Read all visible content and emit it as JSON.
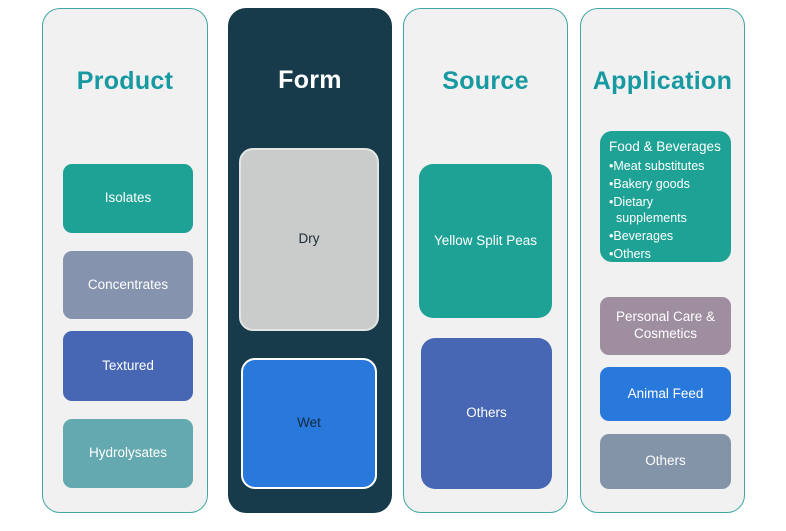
{
  "palette": {
    "page_bg": "#ffffff",
    "panel_bg": "#f1f1f1",
    "panel_border": "#3fa7a3",
    "panel_dark_bg": "#173b4a",
    "heading_teal": "#1799a1",
    "heading_light": "#ffffff"
  },
  "columns": [
    {
      "title": "Product",
      "items": [
        {
          "label": "Isolates",
          "color": "#1ea296",
          "text_color": "#ffffff"
        },
        {
          "label": "Concentrates",
          "color": "#8593ae",
          "text_color": "#ffffff"
        },
        {
          "label": "Textured",
          "color": "#4766b3",
          "text_color": "#ffffff"
        },
        {
          "label": "Hydrolysates",
          "color": "#63a9af",
          "text_color": "#ffffff"
        }
      ]
    },
    {
      "title": "Form",
      "items": [
        {
          "label": "Dry",
          "color": "#c9cccb",
          "text_color": "#1c2b33",
          "border_color": "#e3e5e2"
        },
        {
          "label": "Wet",
          "color": "#2979dd",
          "text_color": "#13293d",
          "border_color": "#ffffff"
        }
      ]
    },
    {
      "title": "Source",
      "items": [
        {
          "label": "Yellow Split Peas",
          "color": "#1ea296",
          "text_color": "#ffffff"
        },
        {
          "label": "Others",
          "color": "#4766b3",
          "text_color": "#ffffff"
        }
      ]
    },
    {
      "title": "Application",
      "items": [
        {
          "label": "Food & Beverages",
          "color": "#1ea296",
          "text_color": "#ffffff",
          "bullets": [
            "Meat substitutes",
            "Bakery goods",
            "Dietary supplements",
            "Beverages",
            "Others"
          ]
        },
        {
          "label": "Personal Care & Cosmetics",
          "color": "#9e8ea0",
          "text_color": "#ffffff"
        },
        {
          "label": "Animal Feed",
          "color": "#2979dd",
          "text_color": "#ffffff"
        },
        {
          "label": "Others",
          "color": "#8494a8",
          "text_color": "#ffffff"
        }
      ]
    }
  ]
}
